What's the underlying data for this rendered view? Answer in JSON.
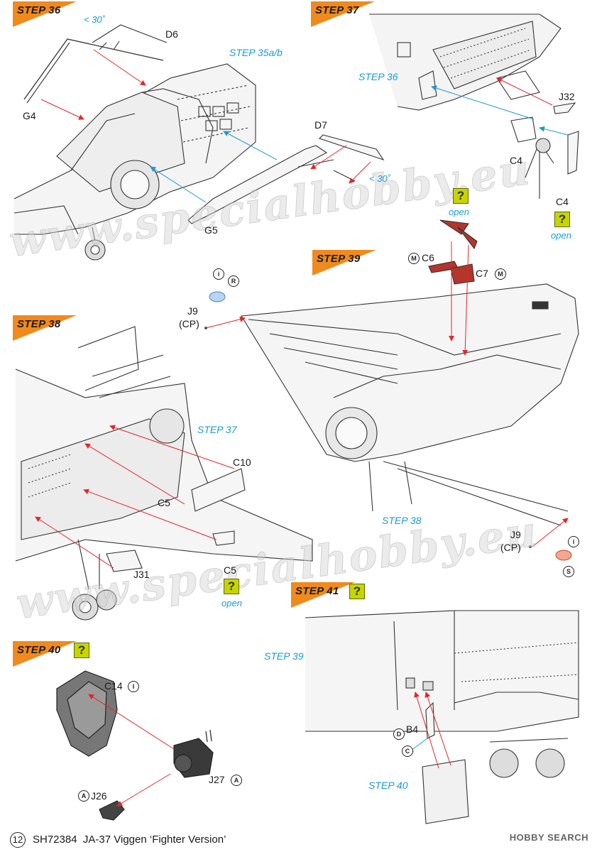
{
  "steps": {
    "s36": "STEP 36",
    "s37": "STEP 37",
    "s38": "STEP 38",
    "s39": "STEP 39",
    "s40": "STEP 40",
    "s41": "STEP 41"
  },
  "refs": {
    "step35ab": "STEP 35a/b",
    "step36": "STEP 36",
    "step37": "STEP 37",
    "step38": "STEP 38",
    "step39": "STEP 39",
    "step40": "STEP 40"
  },
  "parts": {
    "d6": "D6",
    "g4": "G4",
    "d7": "D7",
    "g5": "G5",
    "j32": "J32",
    "c4a": "C4",
    "c4b": "C4",
    "c6": "C6",
    "c7": "C7",
    "j9a": "J9",
    "j9a_cp": "(CP)",
    "j9b": "J9",
    "j9b_cp": "(CP)",
    "c10": "C10",
    "c5a": "C5",
    "c5b": "C5",
    "j31": "J31",
    "c14": "C14",
    "j27": "J27",
    "j26": "J26",
    "b4": "B4"
  },
  "angles": {
    "a1": "< 30˚",
    "a2": "< 30˚"
  },
  "notes": {
    "open": "open",
    "question": "?",
    "info": "i"
  },
  "badges": {
    "m": "M",
    "r": "R",
    "s": "S",
    "a": "A",
    "c": "C",
    "d": "D",
    "i": "I"
  },
  "watermark": "www.specialhobby.eu",
  "footer": {
    "page": "12",
    "code": "SH72384",
    "title": "JA-37 Viggen ‘Fighter Version’"
  },
  "hobbysearch": "HOBBY SEARCH",
  "colors": {
    "step_tag": "#f08a1c",
    "callout_blue": "#1a9ad6",
    "arrow_red": "#e0282c",
    "question_box": "#c8d400",
    "pe_part": "#b5342c"
  }
}
